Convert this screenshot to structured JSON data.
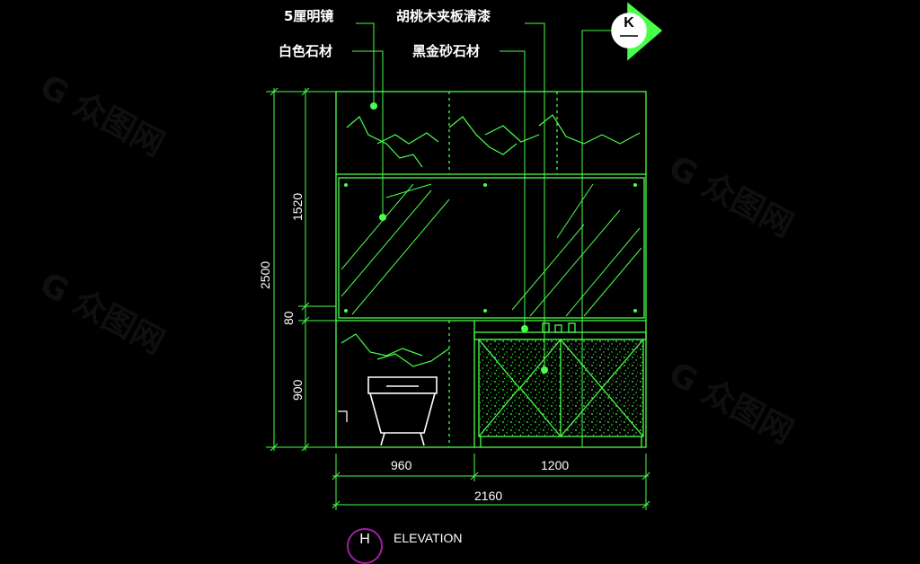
{
  "labels": {
    "mirror": "5厘明镜",
    "walnut": "胡桃木夹板清漆",
    "white_stone": "白色石材",
    "black_gold_stone": "黑金砂石材"
  },
  "section_marker": {
    "letter": "K"
  },
  "dimensions": {
    "overall_height": "2500",
    "upper_height": "1520",
    "gap_height": "80",
    "lower_height": "900",
    "left_width": "960",
    "right_width": "1200",
    "overall_width": "2160"
  },
  "title": {
    "letter": "H",
    "text": "ELEVATION"
  },
  "colors": {
    "lines": "#49ff49",
    "text": "#ffffff",
    "background": "#000000",
    "accent": "#a020a0"
  }
}
